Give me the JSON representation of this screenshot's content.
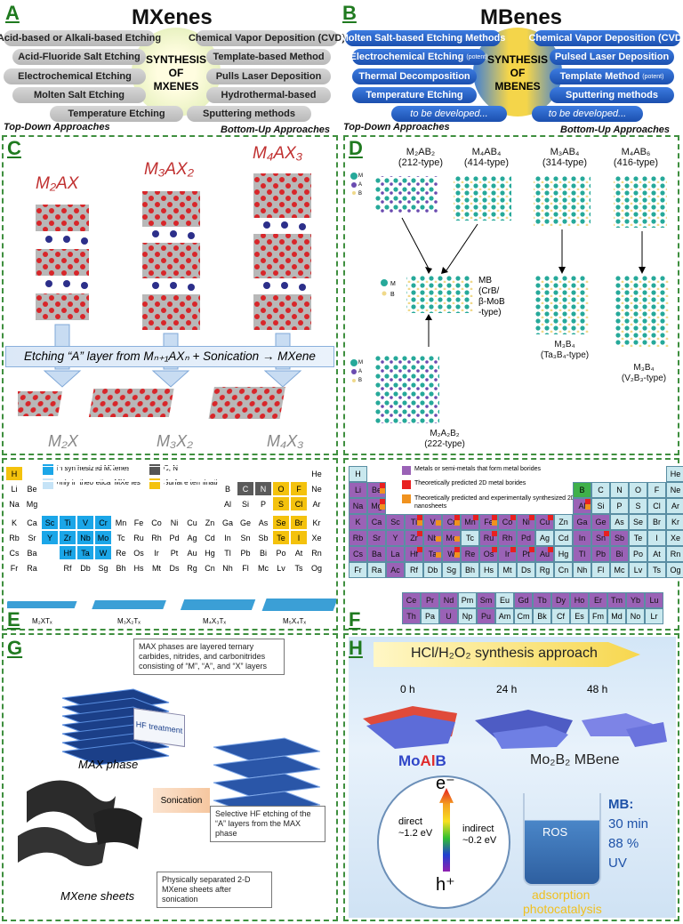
{
  "panels": {
    "a": "A",
    "b": "B",
    "c": "C",
    "d": "D",
    "e": "E",
    "f": "F",
    "g": "G",
    "h": "H"
  },
  "mxenes": {
    "title": "MXenes",
    "center": "SYNTHESIS\nOF\nMXENES",
    "left": [
      "Acid-based or Alkali-based Etching",
      "Acid-Fluoride Salt Etching",
      "Electrochemical Etching",
      "Molten Salt Etching",
      "Temperature Etching"
    ],
    "right": [
      "Chemical Vapor Deposition (CVD)",
      "Template-based Method",
      "Pulls Laser Deposition",
      "Hydrothermal-based",
      "Sputtering methods"
    ],
    "top_down": "Top-Down Approaches",
    "bottom_up": "Bottom-Up Approaches"
  },
  "mbenes": {
    "title": "MBenes",
    "center": "SYNTHESIS\nOF\nMBENES",
    "left": [
      "Molten Salt-based Etching Methods",
      "Electrochemical Etching",
      "Thermal Decomposition",
      "Temperature Etching",
      "to be developed..."
    ],
    "left_potent": "(potent)",
    "right": [
      "Chemical Vapor Deposition (CVD)",
      "Pulsed Laser Deposition",
      "Template Method",
      "Sputtering methods",
      "to be developed..."
    ],
    "right_potent": "(potent)",
    "top_down": "Top-Down Approaches",
    "bottom_up": "Bottom-Up Approaches"
  },
  "panel_c": {
    "max1": "M₂AX",
    "max2": "M₃AX₂",
    "max3": "M₄AX₃",
    "banner": "Etching “A” layer from Mₙ₊₁AXₙ + Sonication → MXene",
    "mx1": "M₂X",
    "mx2": "M₃X₂",
    "mx3": "M₄X₃"
  },
  "panel_d": {
    "types": [
      "M₂AB₂\n(212-type)",
      "M₄AB₄\n(414-type)",
      "M₃AB₄\n(314-type)",
      "M₄AB₆\n(416-type)"
    ],
    "mb": "MB\n(CrB/\nβ-MoB\n-type)",
    "m3b4a": "M₃B₄\n(Ta₃B₄-type)",
    "m3b4b": "M₃B₄\n(V₂B₃-type)",
    "m2a2b2": "M₂A₂B₂\n(222-type)",
    "legend": [
      "M",
      "A",
      "B"
    ],
    "legend2": [
      "M",
      "B"
    ]
  },
  "panel_e": {
    "legend": [
      "in synthesized MXenes",
      "C, N",
      "only in theoretical MXenes",
      "Surface terminations"
    ],
    "formulas": [
      "M₂XTₓ",
      "M₃X₂Tₓ",
      "M₄X₃Tₓ",
      "M₅X₄Tₓ"
    ],
    "rows": [
      [
        "H",
        "",
        "",
        "",
        "",
        "",
        "",
        "",
        "",
        "",
        "",
        "",
        "",
        "",
        "",
        "",
        "",
        "He"
      ],
      [
        "Li",
        "Be",
        "",
        "",
        "",
        "",
        "",
        "",
        "",
        "",
        "",
        "",
        "B",
        "C",
        "N",
        "O",
        "F",
        "Ne"
      ],
      [
        "Na",
        "Mg",
        "",
        "",
        "",
        "",
        "",
        "",
        "",
        "",
        "",
        "",
        "Al",
        "Si",
        "P",
        "S",
        "Cl",
        "Ar"
      ],
      [
        "K",
        "Ca",
        "Sc",
        "Ti",
        "V",
        "Cr",
        "Mn",
        "Fe",
        "Co",
        "Ni",
        "Cu",
        "Zn",
        "Ga",
        "Ge",
        "As",
        "Se",
        "Br",
        "Kr"
      ],
      [
        "Rb",
        "Sr",
        "Y",
        "Zr",
        "Nb",
        "Mo",
        "Tc",
        "Ru",
        "Rh",
        "Pd",
        "Ag",
        "Cd",
        "In",
        "Sn",
        "Sb",
        "Te",
        "I",
        "Xe"
      ],
      [
        "Cs",
        "Ba",
        "",
        "Hf",
        "Ta",
        "W",
        "Re",
        "Os",
        "Ir",
        "Pt",
        "Au",
        "Hg",
        "Tl",
        "Pb",
        "Bi",
        "Po",
        "At",
        "Rn"
      ],
      [
        "Fr",
        "Ra",
        "",
        "Rf",
        "Db",
        "Sg",
        "Bh",
        "Hs",
        "Mt",
        "Ds",
        "Rg",
        "Cn",
        "Nh",
        "Fl",
        "Mc",
        "Lv",
        "Ts",
        "Og"
      ]
    ]
  },
  "panel_f": {
    "legend": [
      "Metals or semi-metals that form metal borides",
      "Theoretically predicted 2D metal borides",
      "Theoretically predicted and experimentally synthesized 2D metal boride-derived nanosheets"
    ],
    "rows": [
      [
        "H",
        "",
        "",
        "",
        "",
        "",
        "",
        "",
        "",
        "",
        "",
        "",
        "",
        "",
        "",
        "",
        "",
        "He"
      ],
      [
        "Li",
        "Be",
        "",
        "",
        "",
        "",
        "",
        "",
        "",
        "",
        "",
        "",
        "B",
        "C",
        "N",
        "O",
        "F",
        "Ne"
      ],
      [
        "Na",
        "Mg",
        "",
        "",
        "",
        "",
        "",
        "",
        "",
        "",
        "",
        "",
        "Al",
        "Si",
        "P",
        "S",
        "Cl",
        "Ar"
      ],
      [
        "K",
        "Ca",
        "Sc",
        "Ti",
        "V",
        "Cr",
        "Mn",
        "Fe",
        "Co",
        "Ni",
        "Cu",
        "Zn",
        "Ga",
        "Ge",
        "As",
        "Se",
        "Br",
        "Kr"
      ],
      [
        "Rb",
        "Sr",
        "Y",
        "Zr",
        "Nb",
        "Mo",
        "Tc",
        "Ru",
        "Rh",
        "Pd",
        "Ag",
        "Cd",
        "In",
        "Sn",
        "Sb",
        "Te",
        "I",
        "Xe"
      ],
      [
        "Cs",
        "Ba",
        "La",
        "Hf",
        "Ta",
        "W",
        "Re",
        "Os",
        "Ir",
        "Pt",
        "Au",
        "Hg",
        "Tl",
        "Pb",
        "Bi",
        "Po",
        "At",
        "Rn"
      ],
      [
        "Fr",
        "Ra",
        "Ac",
        "Rf",
        "Db",
        "Sg",
        "Bh",
        "Hs",
        "Mt",
        "Ds",
        "Rg",
        "Cn",
        "Nh",
        "Fl",
        "Mc",
        "Lv",
        "Ts",
        "Og"
      ]
    ],
    "lanth": [
      "Ce",
      "Pr",
      "Nd",
      "Pm",
      "Sm",
      "Eu",
      "Gd",
      "Tb",
      "Dy",
      "Ho",
      "Er",
      "Tm",
      "Yb",
      "Lu"
    ],
    "actin": [
      "Th",
      "Pa",
      "U",
      "Np",
      "Pu",
      "Am",
      "Cm",
      "Bk",
      "Cf",
      "Es",
      "Fm",
      "Md",
      "No",
      "Lr"
    ]
  },
  "panel_g": {
    "note1": "MAX phases are layered ternary carbides, nitrides, and carbonitrides consisting of “M”, “A”, and “X” layers",
    "hf": "HF treatment",
    "max_phase": "MAX phase",
    "sonication": "Sonication",
    "note2": "Selective HF etching of the “A” layers from the MAX phase",
    "note3": "Physically separated 2-D MXene sheets after sonication",
    "sheets": "MXene sheets"
  },
  "panel_h": {
    "arrow": "HCl/H₂O₂ synthesis approach",
    "times": [
      "0 h",
      "24 h",
      "48 h"
    ],
    "moalb": "MoAlB",
    "mbene": "Mo₂B₂ MBene",
    "electron": "e⁻",
    "hole": "h⁺",
    "direct": "direct\n~1.2 eV",
    "indirect": "indirect\n~0.2 eV",
    "ros": "ROS",
    "mb_stats": [
      "MB:",
      "30 min",
      "88 %",
      "UV"
    ],
    "adsorption": "adsorption",
    "photocatalysis": "photocatalysis"
  }
}
